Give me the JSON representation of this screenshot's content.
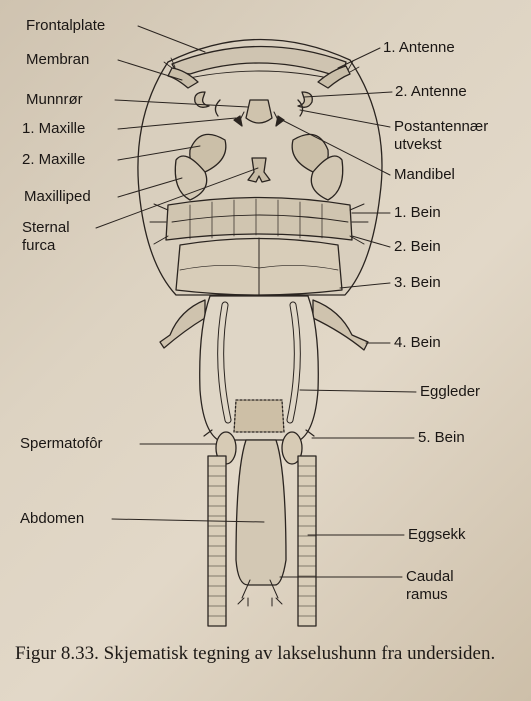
{
  "labels": {
    "frontalplate": "Frontalplate",
    "membran": "Membran",
    "munnror": "Munnrør",
    "maxille1": "1. Maxille",
    "maxille2": "2. Maxille",
    "maxilliped": "Maxilliped",
    "sternal": "Sternal\nfurca",
    "spermatofor": "Spermatofôr",
    "abdomen": "Abdomen",
    "antenne1": "1. Antenne",
    "antenne2": "2. Antenne",
    "postantennaer": "Postantennær\nutvekst",
    "mandibel": "Mandibel",
    "bein1": "1. Bein",
    "bein2": "2. Bein",
    "bein3": "3. Bein",
    "bein4": "4. Bein",
    "eggleder": "Eggleder",
    "bein5": "5. Bein",
    "eggsekk": "Eggsekk",
    "caudal": "Caudal\nramus"
  },
  "caption": "Figur 8.33. Skjematisk tegning av lakselushunn fra undersiden.",
  "colors": {
    "ink": "#2a2420",
    "paper": "#ddd3c2"
  }
}
